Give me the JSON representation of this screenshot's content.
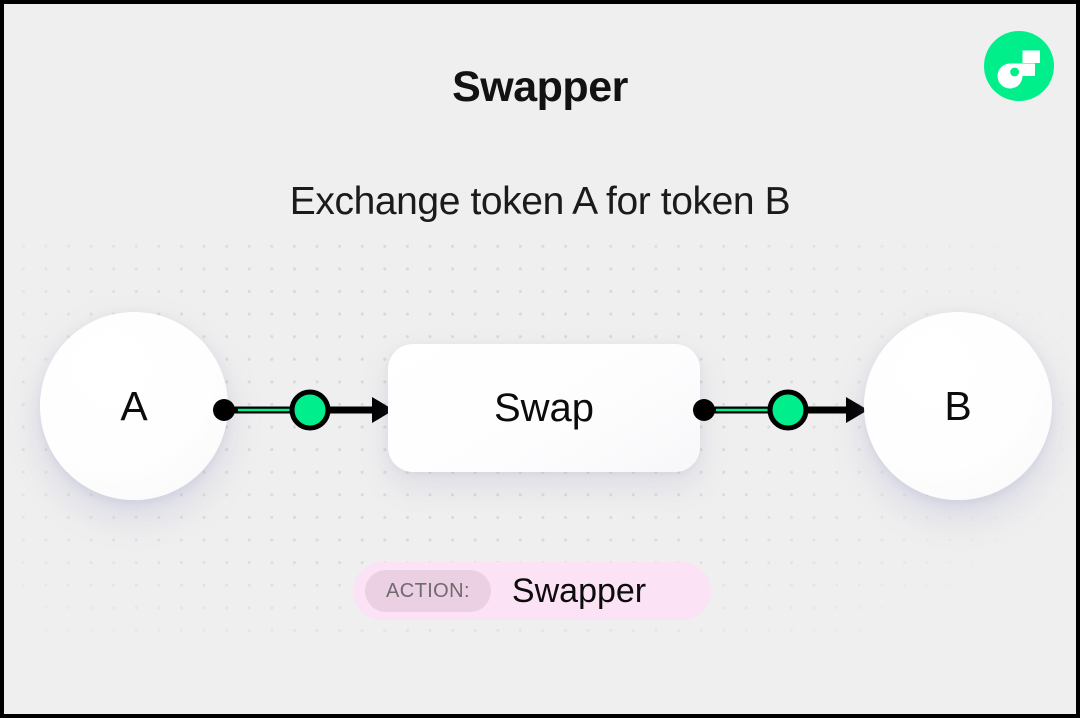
{
  "header": {
    "title": "Swapper",
    "subtitle": "Exchange token A for token B",
    "logo_icon": "flow-logo-icon",
    "logo_color": "#00EF8B"
  },
  "diagram": {
    "nodes": [
      {
        "id": "token-a",
        "label": "A",
        "type": "token-circle"
      },
      {
        "id": "swap",
        "label": "Swap",
        "type": "process-box"
      },
      {
        "id": "token-b",
        "label": "B",
        "type": "token-circle"
      }
    ],
    "edges": [
      {
        "id": "edge-a-swap",
        "from": "token-a",
        "to": "swap",
        "color": "#00EE8B",
        "stroke": "#000000"
      },
      {
        "id": "edge-swap-b",
        "from": "swap",
        "to": "token-b",
        "color": "#00EE8B",
        "stroke": "#000000"
      }
    ],
    "colors": {
      "accent_green": "#00EE8B",
      "edge_stroke": "#000000",
      "canvas_bg": "#EFEFEF",
      "dot_grid": "#D8D8DA"
    }
  },
  "action_badge": {
    "prefix_label": "ACTION:",
    "value": "Swapper",
    "bg_color": "#FBE2F4",
    "pill_color": "#EBD0E4",
    "prefix_text_color": "#6E6A6E"
  }
}
